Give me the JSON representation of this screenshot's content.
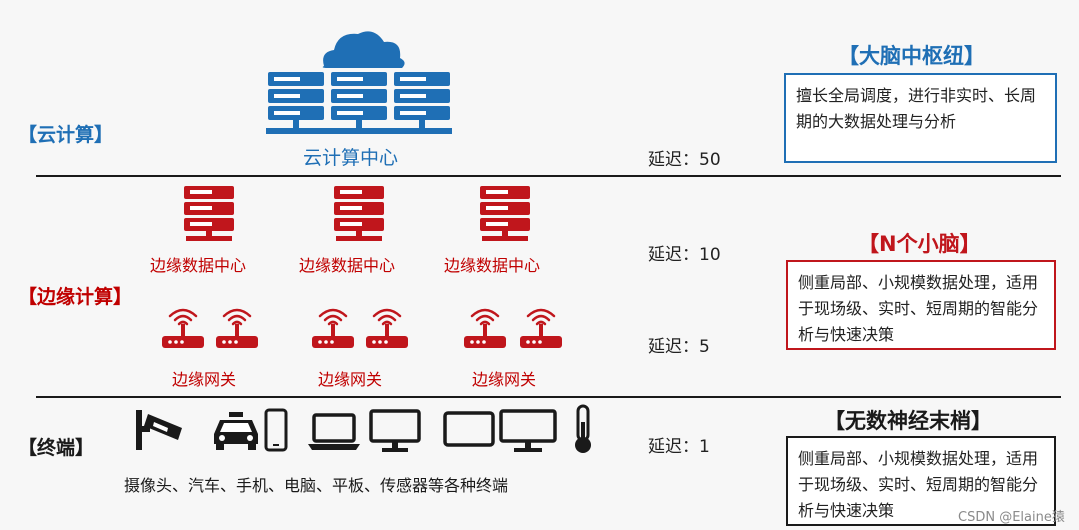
{
  "colors": {
    "blue": "#1f6fb5",
    "red": "#c0161c",
    "dark": "#1a1a1a"
  },
  "cloud_tier": {
    "label": "【云计算】",
    "center_label": "云计算中心",
    "delay": "延迟：50",
    "role_title": "【大脑中枢纽】",
    "description": "擅长全局调度，进行非实时、长周期的大数据处理与分析"
  },
  "edge_tier": {
    "label": "【边缘计算】",
    "data_centers": [
      "边缘数据中心",
      "边缘数据中心",
      "边缘数据中心"
    ],
    "gateways": [
      "边缘网关",
      "边缘网关",
      "边缘网关"
    ],
    "delay_datacenter": "延迟：10",
    "delay_gateway": "延迟：5",
    "role_title": "【N个小脑】",
    "description": "侧重局部、小规模数据处理，适用于现场级、实时、短周期的智能分析与快速决策"
  },
  "terminal_tier": {
    "label": "【终端】",
    "devices_caption": "摄像头、汽车、手机、电脑、平板、传感器等各种终端",
    "device_icons": [
      "camera-icon",
      "car-icon",
      "phone-icon",
      "laptop-icon",
      "monitor-icon",
      "tablet-icon",
      "monitor-icon",
      "thermometer-icon"
    ],
    "delay": "延迟：1",
    "role_title": "【无数神经末梢】",
    "description": "侧重局部、小规模数据处理，适用于现场级、实时、短周期的智能分析与快速决策"
  },
  "watermark": "CSDN @Elaine猿"
}
